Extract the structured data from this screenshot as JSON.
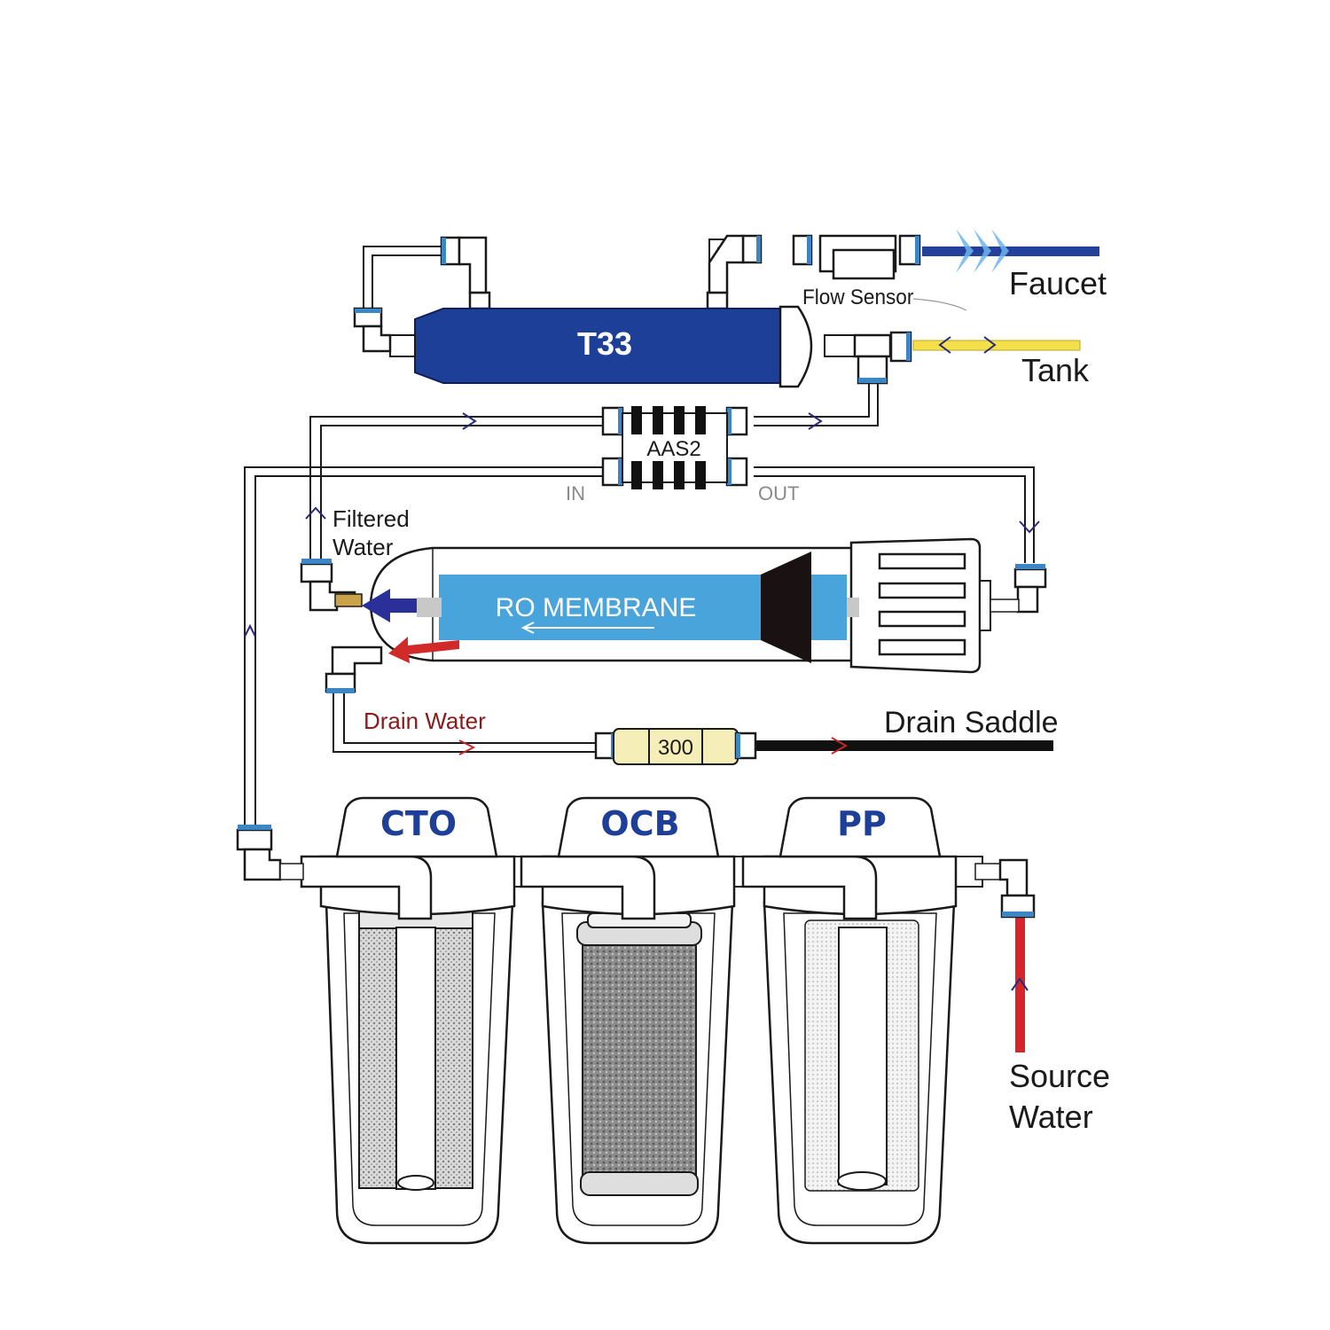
{
  "labels": {
    "faucet": "Faucet",
    "flow_sensor": "Flow Sensor",
    "tank": "Tank",
    "t33": "T33",
    "aas2": "AAS2",
    "in": "IN",
    "out": "OUT",
    "filtered_water_1": "Filtered",
    "filtered_water_2": "Water",
    "ro_membrane": "RO MEMBRANE",
    "drain_water": "Drain Water",
    "drain_saddle": "Drain Saddle",
    "flow_restrictor": "300",
    "cto": "CTO",
    "ocb": "OCB",
    "pp": "PP",
    "source_water_1": "Source",
    "source_water_2": "Water"
  },
  "colors": {
    "t33_body": "#1d3f98",
    "membrane": "#4aa4dc",
    "faucet_line": "#23409a",
    "tank_line": "#f3e04a",
    "drain_line": "#111111",
    "source_line": "#d7262b",
    "fitting_ring": "#3c86c6",
    "restrictor": "#f6eeb9",
    "filter_label": "#1d3f98"
  }
}
